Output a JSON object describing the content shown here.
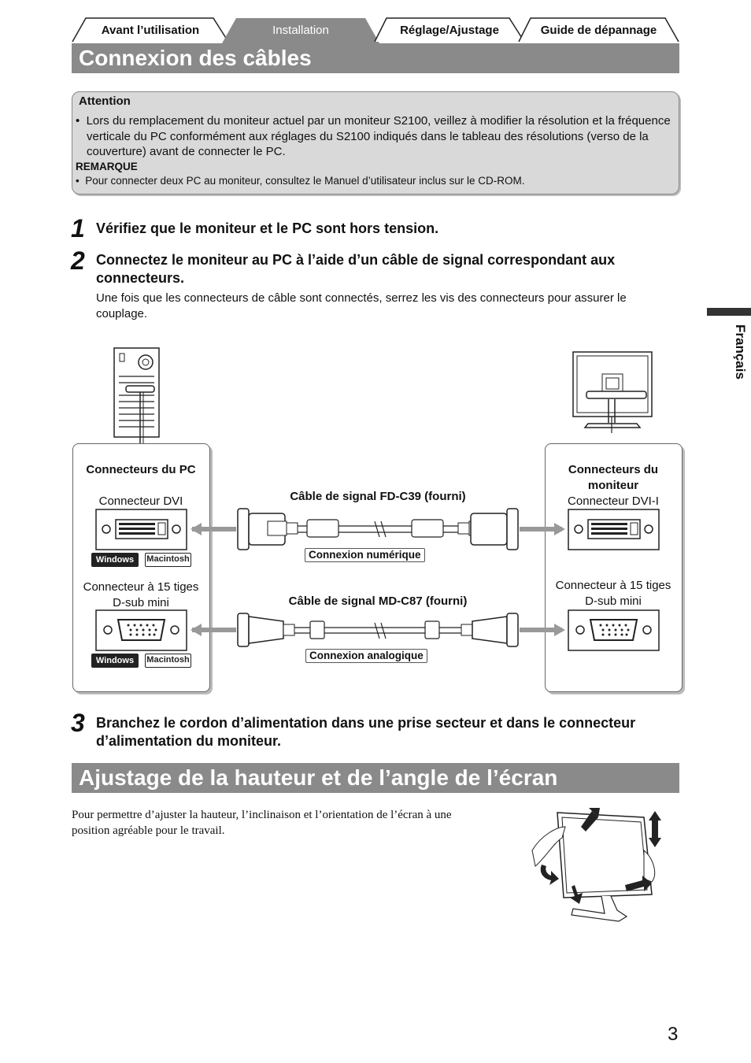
{
  "tabs": [
    {
      "label": "Avant l’utilisation",
      "active": false
    },
    {
      "label": "Installation",
      "active": true
    },
    {
      "label": "Réglage/Ajustage",
      "active": false
    },
    {
      "label": "Guide de dépannage",
      "active": false
    }
  ],
  "section1": {
    "title": "Connexion des câbles"
  },
  "attention": {
    "title": "Attention",
    "bullet": "Lors du remplacement du moniteur actuel par un moniteur S2100, veillez à modifier la résolution et la fréquence verticale du PC conformément aux réglages du S2100 indiqués dans le tableau des résolutions (verso de la couverture) avant de connecter le PC.",
    "remark_title": "REMARQUE",
    "remark": "Pour connecter deux PC au moniteur, consultez le Manuel d’utilisateur inclus sur le CD-ROM."
  },
  "steps": [
    {
      "num": "1",
      "text": "Vérifiez que le moniteur et le PC sont hors tension."
    },
    {
      "num": "2",
      "text": "Connectez le moniteur au PC à l’aide d’un câble de signal correspondant aux connecteurs.",
      "sub": "Une fois que les connecteurs de câble sont connectés, serrez les vis des connecteurs pour assurer le couplage."
    },
    {
      "num": "3",
      "text": "Branchez le cordon d’alimentation dans une prise secteur et dans le connecteur d’alimentation du moniteur."
    }
  ],
  "diagram": {
    "pc_title": "Connecteurs du PC",
    "pc_dvi": "Connecteur DVI",
    "pc_dsub": "Connecteur à 15 tiges D-sub mini",
    "monitor_title": "Connecteurs du moniteur",
    "monitor_dvi": "Connecteur DVI-I",
    "monitor_dsub": "Connecteur à 15 tiges D-sub mini",
    "badge_windows": "Windows",
    "badge_mac": "Macintosh",
    "cable_digital": "Câble de signal FD-C39 (fourni)",
    "cable_analog": "Câble de signal MD-C87 (fourni)",
    "conn_digital": "Connexion numérique",
    "conn_analog": "Connexion analogique"
  },
  "side_label": "Français",
  "section2": {
    "title": "Ajustage de la hauteur et de l’angle de l’écran",
    "body": "Pour permettre d’ajuster la hauteur, l’inclinaison et l’orientation de l’écran à une position agréable pour le travail."
  },
  "page_number": "3"
}
